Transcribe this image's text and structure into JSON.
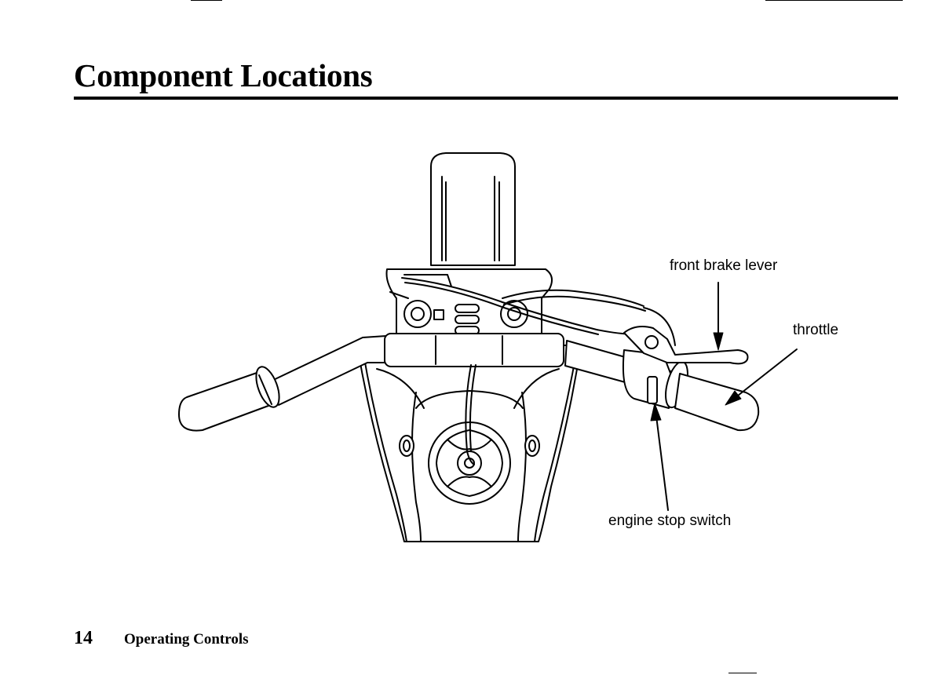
{
  "page": {
    "title": "Component Locations",
    "page_number": "14",
    "section": "Operating Controls"
  },
  "diagram": {
    "callouts": {
      "front_brake_lever": "front brake lever",
      "throttle": "throttle",
      "engine_stop_switch": "engine stop switch"
    }
  }
}
